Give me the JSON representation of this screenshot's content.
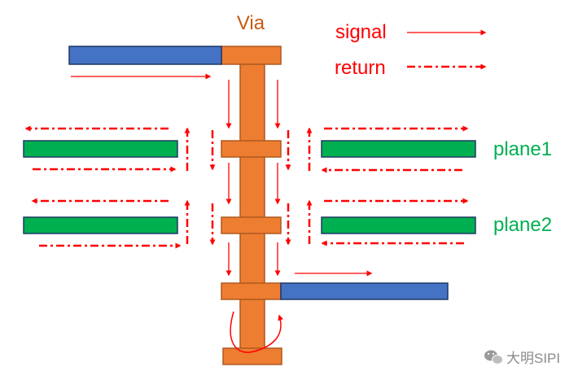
{
  "labels": {
    "via": "Via",
    "signal": "signal",
    "return": "return",
    "plane1": "plane1",
    "plane2": "plane2"
  },
  "watermark": {
    "icon": "wechat-icon",
    "text": "大明SIPI"
  },
  "colors": {
    "signal_trace": "#4472C4",
    "via": "#ED7D31",
    "plane": "#00B050",
    "signal_text": "#FF0000",
    "via_text": "#C55A11",
    "plane_text": "#00B050",
    "arrow": "#FF0000",
    "outline_dark": "#1F3864"
  }
}
